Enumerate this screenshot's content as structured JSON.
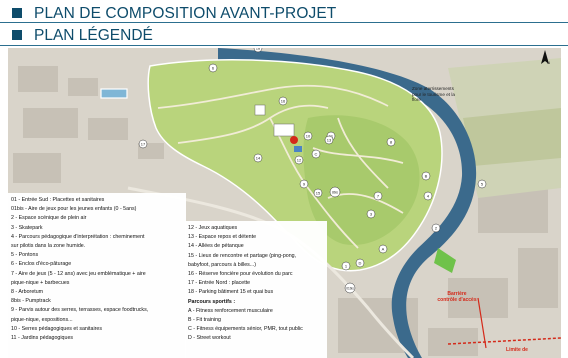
{
  "header": {
    "title": "PLAN DE COMPOSITION AVANT-PROJET",
    "subtitle": "PLAN LÉGENDÉ"
  },
  "colors": {
    "title": "#0e4c6b",
    "park_green": "#b9d47c",
    "park_green_dark": "#8fb75a",
    "river": "#3b6a8c",
    "annotation_red": "#d42a1a"
  },
  "legend_left": [
    "01 - Entrée Sud : Placettes et sanitaires",
    "01bis - Aire de jeux pour les jeunes enfants (0 - 5ans)",
    "2 - Espace scénique de plein air",
    "3 - Skatepark",
    "4 - Parcours pédagogique d'interprétation : cheminement",
    "sur pilotis dans la zone humide.",
    "5 - Pontons",
    "6 - Enclos d'éco-pâturage",
    "7 - Aire de jeux (5 - 12 ans) avec jeu emblématique + aire",
    "pique-nique + barbecues",
    "8 - Arboretum",
    "8bis - Pumptrack",
    "9 - Parvis autour des serres, terrasses, espace foodtrucks,",
    "pique-nique, expositions...",
    "10 - Serres pédagogiques et sanitaires",
    "11 - Jardins pédagogiques"
  ],
  "legend_right": [
    "12 - Jeux aquatiques",
    "13 - Espace repos et détente",
    "14 - Allées de pétanque",
    "15 - Lieux de rencontre et partage (ping-pong,",
    "babyfoot, parcours à billes...)",
    "16 - Réserve foncière pour évolution du parc",
    "17 - Entrée Nord : placette",
    "18 - Parking bâtiment 15 et quai bus",
    "Parcours sportifs :",
    "A - Fitness renforcement musculaire",
    "B - Fit training",
    "C - Fitness équipements sénior, PMR, tout public",
    "D - Street workout"
  ],
  "annotations": {
    "zone_note": "Zone aterrissements pour le tourisme et la flore",
    "barrier": "Barrière contrôle d'accès",
    "limit": "Limite de"
  },
  "markers": [
    {
      "label": "1"
    },
    {
      "label": "2"
    },
    {
      "label": "3"
    },
    {
      "label": "4"
    },
    {
      "label": "5"
    },
    {
      "label": "6"
    },
    {
      "label": "7"
    },
    {
      "label": "8"
    },
    {
      "label": "9"
    },
    {
      "label": "10"
    },
    {
      "label": "11"
    },
    {
      "label": "12"
    },
    {
      "label": "13"
    },
    {
      "label": "14"
    },
    {
      "label": "15"
    },
    {
      "label": "16"
    },
    {
      "label": "17"
    },
    {
      "label": "18"
    },
    {
      "label": "A"
    },
    {
      "label": "B"
    },
    {
      "label": "C"
    },
    {
      "label": "D"
    },
    {
      "label": "8bis"
    },
    {
      "label": "01bis"
    }
  ]
}
